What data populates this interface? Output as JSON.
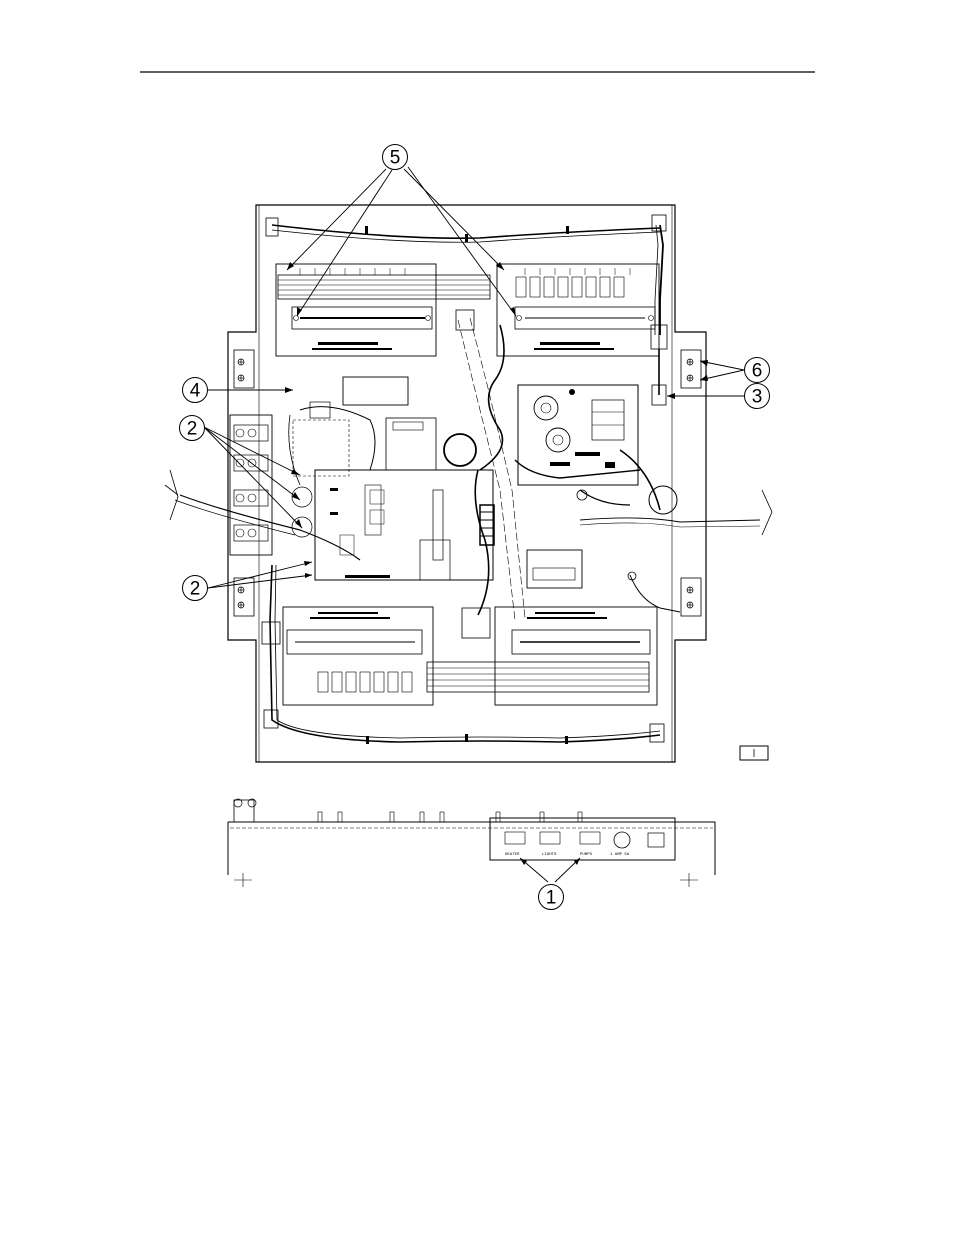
{
  "callouts": [
    {
      "id": "1",
      "label": "1"
    },
    {
      "id": "2a",
      "label": "2"
    },
    {
      "id": "2b",
      "label": "2"
    },
    {
      "id": "3",
      "label": "3"
    },
    {
      "id": "4",
      "label": "4"
    },
    {
      "id": "5",
      "label": "5"
    },
    {
      "id": "6",
      "label": "6"
    }
  ],
  "front_panel_labels": {
    "heater": "HEATER",
    "lights": "LIGHTS",
    "pumps": "PUMPS",
    "volts": "1 AMP 5A"
  }
}
